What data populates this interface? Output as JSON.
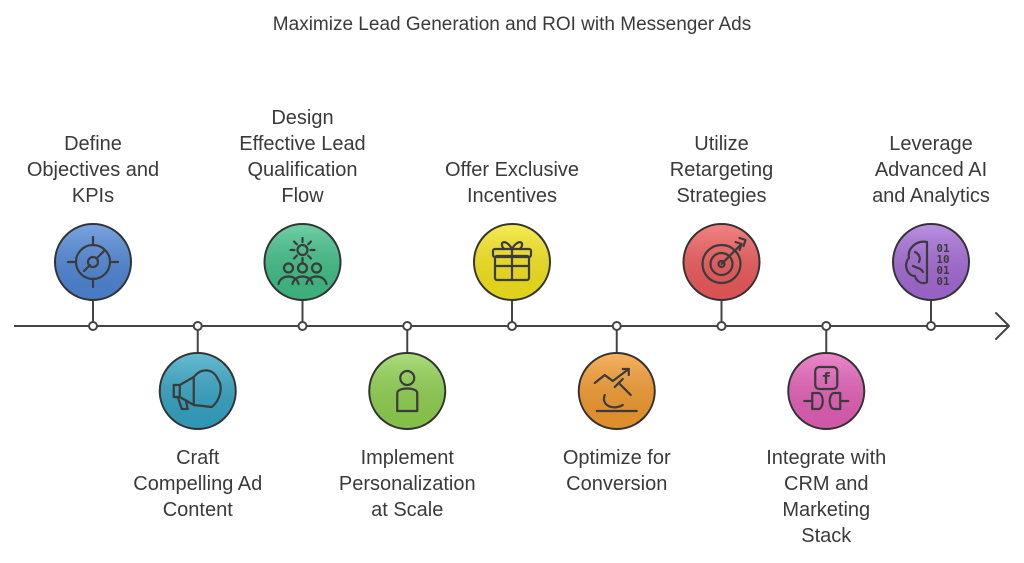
{
  "title": "Maximize Lead Generation and ROI with Messenger Ads",
  "steps": [
    {
      "label": "Define\nObjectives and\nKPIs",
      "position": "above",
      "icon": "target-gauge-icon",
      "color": "#4e86d6"
    },
    {
      "label": "Craft\nCompelling Ad\nContent",
      "position": "below",
      "icon": "megaphone-badge-icon",
      "color": "#34a4c4"
    },
    {
      "label": "Design\nEffective Lead\nQualification\nFlow",
      "position": "above",
      "icon": "gear-people-icon",
      "color": "#3fbf86"
    },
    {
      "label": "Implement\nPersonalization\nat Scale",
      "position": "below",
      "icon": "person-icon",
      "color": "#8fd14f"
    },
    {
      "label": "Offer Exclusive\nIncentives",
      "position": "above",
      "icon": "gift-icon",
      "color": "#f5e51b"
    },
    {
      "label": "Optimize for\nConversion",
      "position": "below",
      "icon": "microscope-trend-icon",
      "color": "#f39a2e"
    },
    {
      "label": "Utilize\nRetargeting\nStrategies",
      "position": "above",
      "icon": "bullseye-arrow-icon",
      "color": "#ee5a5a"
    },
    {
      "label": "Integrate with\nCRM and\nMarketing\nStack",
      "position": "below",
      "icon": "facebook-plug-icon",
      "color": "#e45fb8"
    },
    {
      "label": "Leverage\nAdvanced AI\nand Analytics",
      "position": "above",
      "icon": "brain-binary-icon",
      "color": "#a46ad6"
    }
  ]
}
